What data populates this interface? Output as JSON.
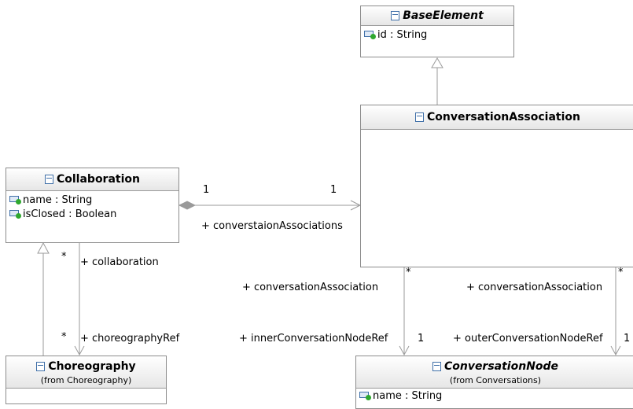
{
  "classes": {
    "base_element": {
      "name": "BaseElement",
      "attrs": [
        "id : String"
      ]
    },
    "conversation_association": {
      "name": "ConversationAssociation"
    },
    "collaboration": {
      "name": "Collaboration",
      "attrs": [
        "name : String",
        "isClosed : Boolean"
      ]
    },
    "choreography": {
      "name": "Choreography",
      "from": "(from Choreography)"
    },
    "conversation_node": {
      "name": "ConversationNode",
      "from": "(from Conversations)",
      "attrs": [
        "name : String"
      ]
    }
  },
  "labels": {
    "collab_mult": "1",
    "convassoc_mult": "1",
    "conversation_associations": "+ converstaionAssociations",
    "collab_star": "*",
    "collaboration_role": "+ collaboration",
    "choreo_star": "*",
    "choreography_ref": "+ choreographyRef",
    "inner_star": "*",
    "inner_conv_assoc": "+ conversationAssociation",
    "inner_ref": "+ innerConversationNodeRef",
    "inner_mult": "1",
    "outer_star": "*",
    "outer_conv_assoc": "+ conversationAssociation",
    "outer_ref": "+ outerConversationNodeRef",
    "outer_mult": "1"
  },
  "icons": {
    "class_icon": "class-icon",
    "attribute_icon": "attribute-icon"
  },
  "colors": {
    "border": "#8c8c8c",
    "connector": "#9a9a9a",
    "icon_blue": "#3f6fa8",
    "icon_green": "#2fa82f"
  }
}
